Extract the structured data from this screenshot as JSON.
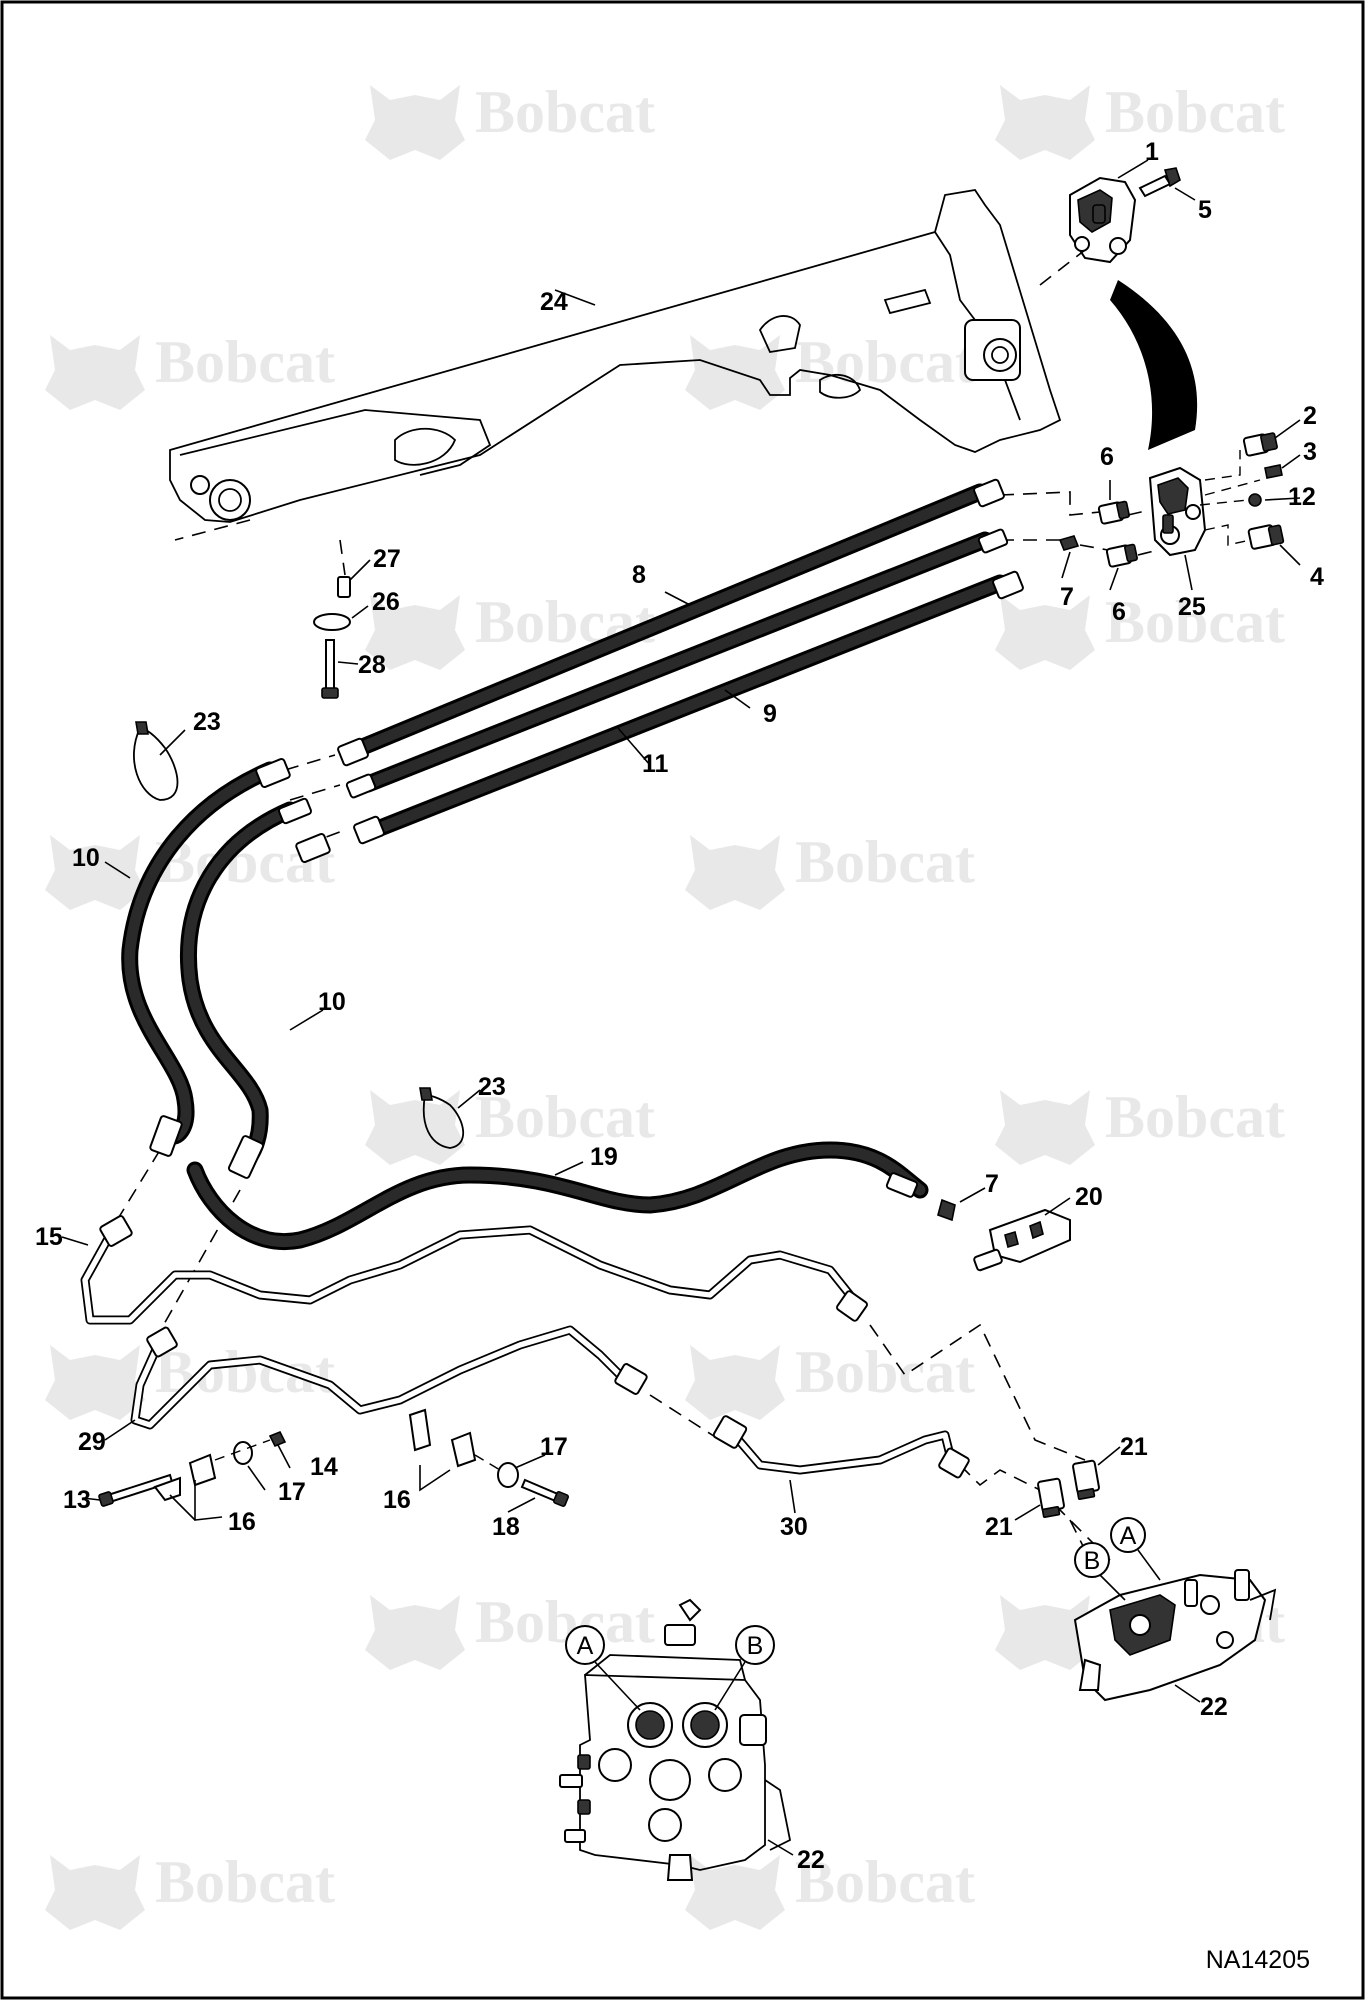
{
  "brand_watermark": "Bobcat",
  "drawing_id": "NA14205",
  "callouts": {
    "c1": "1",
    "c2": "2",
    "c3": "3",
    "c4": "4",
    "c5": "5",
    "c6a": "6",
    "c6b": "6",
    "c7a": "7",
    "c7b": "7",
    "c8": "8",
    "c9": "9",
    "c10a": "10",
    "c10b": "10",
    "c11": "11",
    "c12": "12",
    "c13": "13",
    "c14": "14",
    "c15": "15",
    "c16a": "16",
    "c16b": "16",
    "c17a": "17",
    "c17b": "17",
    "c18": "18",
    "c19": "19",
    "c20": "20",
    "c21a": "21",
    "c21b": "21",
    "c22a": "22",
    "c22b": "22",
    "c23a": "23",
    "c23b": "23",
    "c24": "24",
    "c25": "25",
    "c26": "26",
    "c27": "27",
    "c28": "28",
    "c29": "29",
    "c30": "30"
  },
  "port_markers": {
    "a_main": "A",
    "b_main": "B",
    "a_detail": "A",
    "b_detail": "B"
  },
  "colors": {
    "line": "#000000",
    "hose": "#2a2a2a",
    "watermark": "#e8e8e8",
    "frame": "#000000"
  }
}
